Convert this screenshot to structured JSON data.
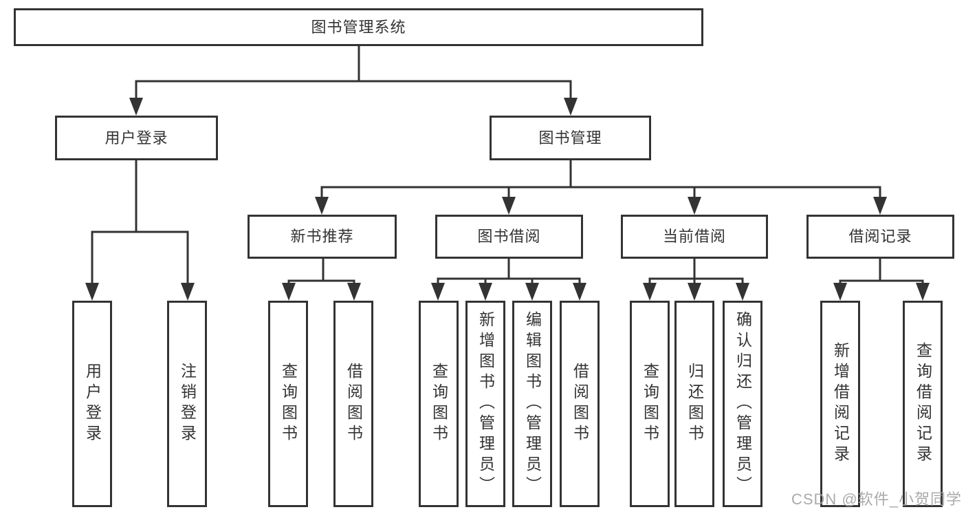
{
  "colors": {
    "line": "#333333",
    "box_border": "#333333",
    "box_background": "#ffffff",
    "text": "#333333",
    "watermark": "#a5a5a5"
  },
  "tree": {
    "root": {
      "label": "图书管理系统"
    },
    "level2": [
      {
        "label": "用户登录",
        "children": [
          {
            "label": "用户登录"
          },
          {
            "label": "注销登录"
          }
        ]
      },
      {
        "label": "图书管理",
        "children": [
          {
            "label": "新书推荐",
            "children": [
              {
                "label": "查询图书"
              },
              {
                "label": "借阅图书"
              }
            ]
          },
          {
            "label": "图书借阅",
            "children": [
              {
                "label": "查询图书"
              },
              {
                "label": "新增图书（管理员）"
              },
              {
                "label": "编辑图书（管理员）"
              },
              {
                "label": "借阅图书"
              }
            ]
          },
          {
            "label": "当前借阅",
            "children": [
              {
                "label": "查询图书"
              },
              {
                "label": "归还图书"
              },
              {
                "label": "确认归还（管理员）"
              }
            ]
          },
          {
            "label": "借阅记录",
            "children": [
              {
                "label": "新增借阅记录"
              },
              {
                "label": "查询借阅记录"
              }
            ]
          }
        ]
      }
    ]
  },
  "watermark": {
    "text": "CSDN @软件_小贺同学"
  }
}
